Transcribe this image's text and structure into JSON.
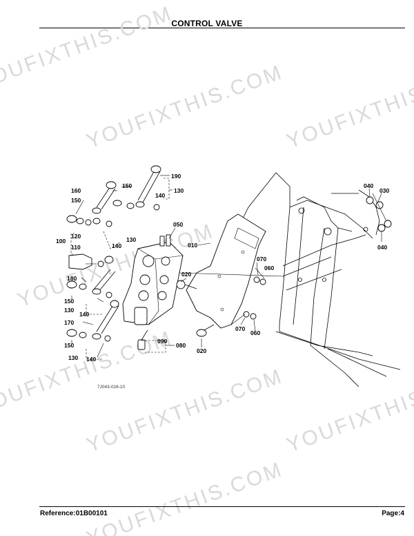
{
  "header": {
    "title": "CONTROL VALVE"
  },
  "footer": {
    "reference": "Reference:01B00101",
    "page": "Page:4"
  },
  "watermark": {
    "text": "YOUFIXTHIS.COM"
  },
  "diagram": {
    "figure_code": "7J043-028-10",
    "callouts": {
      "p190": "190",
      "p160": "160",
      "p150a": "150",
      "p130a": "130",
      "p140a": "140",
      "p150b": "150",
      "p050": "050",
      "p100": "100",
      "p120": "120",
      "p110": "110",
      "p140b": "140",
      "p130b": "130",
      "p010": "010",
      "p180": "180",
      "p020a": "020",
      "p150c": "150",
      "p130c": "130",
      "p140c": "140",
      "p170": "170",
      "p150d": "150",
      "p130d": "130",
      "p140d": "140",
      "p090": "090",
      "p080": "080",
      "p020b": "020",
      "p070a": "070",
      "p060a": "060",
      "p070b": "070",
      "p060b": "060",
      "p040a": "040",
      "p030": "030",
      "p040b": "040"
    }
  }
}
